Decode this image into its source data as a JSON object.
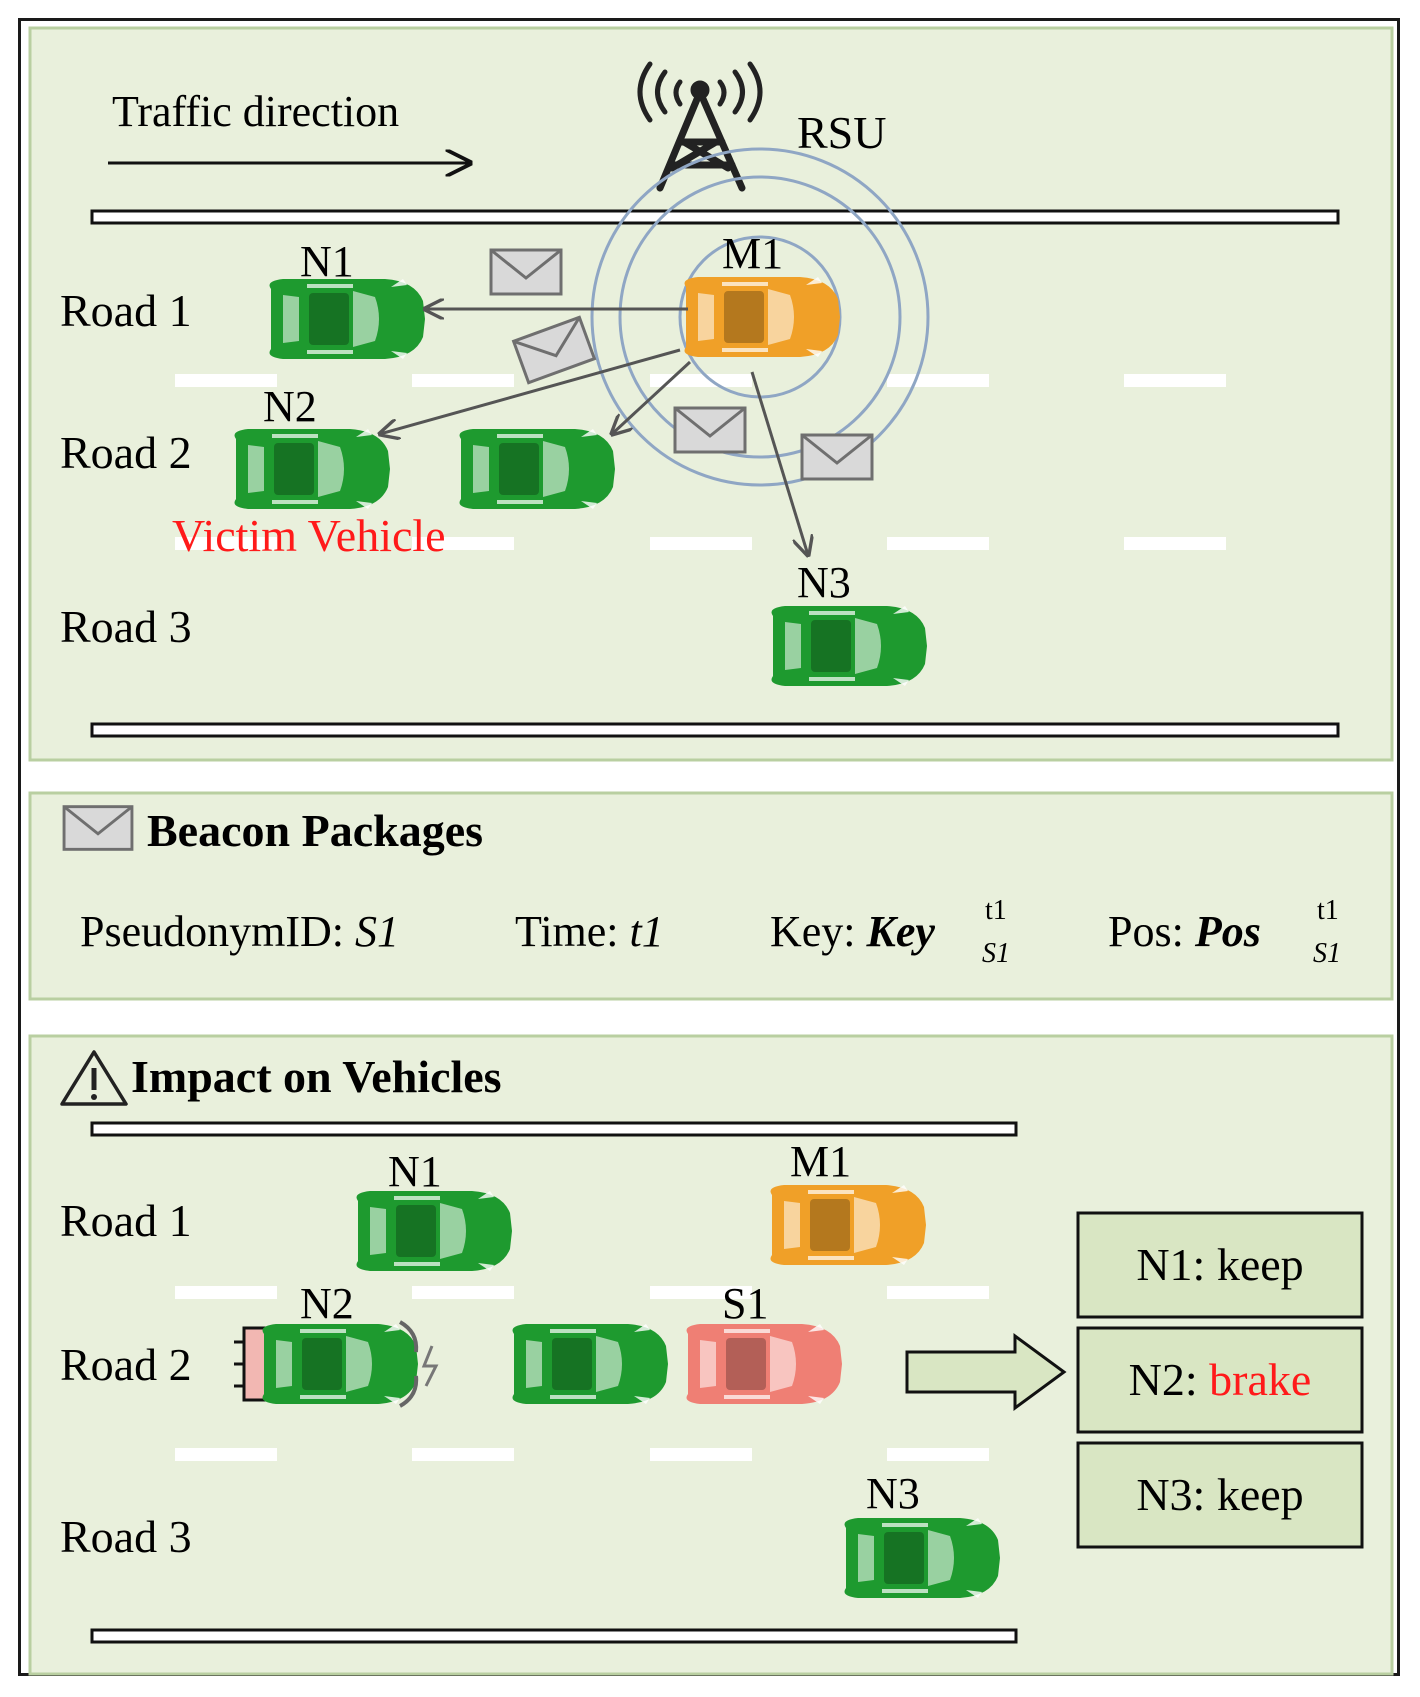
{
  "panel1": {
    "traffic_label": "Traffic direction",
    "rsu_label": "RSU",
    "roads": [
      "Road 1",
      "Road 2",
      "Road 3"
    ],
    "vehicles": {
      "n1": "N1",
      "n2": "N2",
      "n3": "N3",
      "m1": "M1"
    },
    "victim_label": "Victim Vehicle"
  },
  "panel2": {
    "title": "Beacon Packages",
    "pseudonym_label": "PseudonymID: ",
    "pseudonym_value": "S1",
    "time_label": "Time: ",
    "time_value": "t1",
    "key_label": "Key: ",
    "key_base": "Key",
    "key_sup": "t1",
    "key_sub": "S1",
    "pos_label": "Pos: ",
    "pos_base": "Pos",
    "pos_sup": "t1",
    "pos_sub": "S1"
  },
  "panel3": {
    "title": "Impact on Vehicles",
    "roads": [
      "Road 1",
      "Road 2",
      "Road 3"
    ],
    "vehicles": {
      "n1": "N1",
      "n2": "N2",
      "n3": "N3",
      "m1": "M1",
      "s1": "S1"
    },
    "outcomes": [
      {
        "label": "N1: ",
        "action": "keep"
      },
      {
        "label": "N2: ",
        "action": "brake"
      },
      {
        "label": "N3: ",
        "action": "keep"
      }
    ]
  },
  "colors": {
    "panel_bg": "#e9f0dc",
    "panel_border": "#b9cfa1",
    "green_car": "#1e9a2f",
    "orange_car": "#f0a028",
    "pink_car": "#ef7f74",
    "red_text": "#ff1a1a",
    "ring": "#8fa6c4",
    "outcome_bg": "#d9e6c3"
  }
}
